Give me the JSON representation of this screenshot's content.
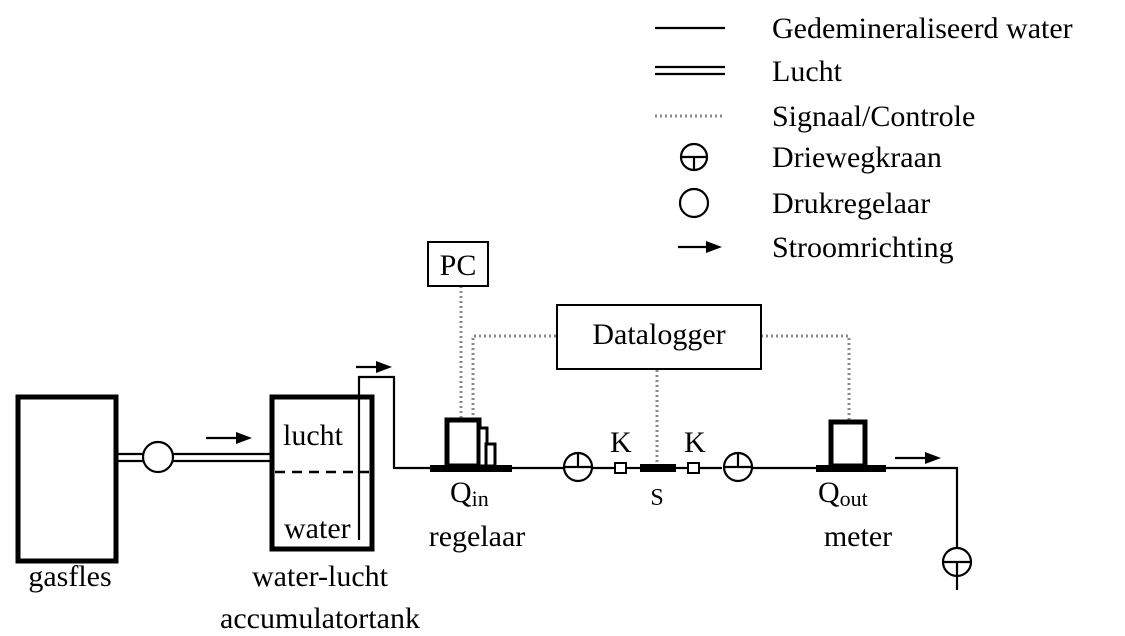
{
  "legend": [
    {
      "symbol": "line",
      "label": "Gedemineraliseerd water"
    },
    {
      "symbol": "double-line",
      "label": "Lucht"
    },
    {
      "symbol": "dotted-line",
      "label": "Signaal/Controle"
    },
    {
      "symbol": "three-way-valve-icon",
      "label": "Driewegkraan"
    },
    {
      "symbol": "pressure-regulator-icon",
      "label": "Drukregelaar"
    },
    {
      "symbol": "arrow-icon",
      "label": "Stroomrichting"
    }
  ],
  "components": {
    "pc": "PC",
    "datalogger": "Datalogger",
    "gasfles": "gasfles",
    "tank_air": "lucht",
    "tank_water": "water",
    "tank_label_1": "water-lucht",
    "tank_label_2": "accumulatortank",
    "q_in_main": "Q",
    "q_in_sub": "in",
    "q_in_label": "regelaar",
    "q_out_main": "Q",
    "q_out_sub": "out",
    "q_out_label": "meter",
    "k_left": "K",
    "k_right": "K",
    "sample": "S"
  },
  "colors": {
    "line": "#000000",
    "signal": "#8a8a8a",
    "background": "#ffffff"
  }
}
